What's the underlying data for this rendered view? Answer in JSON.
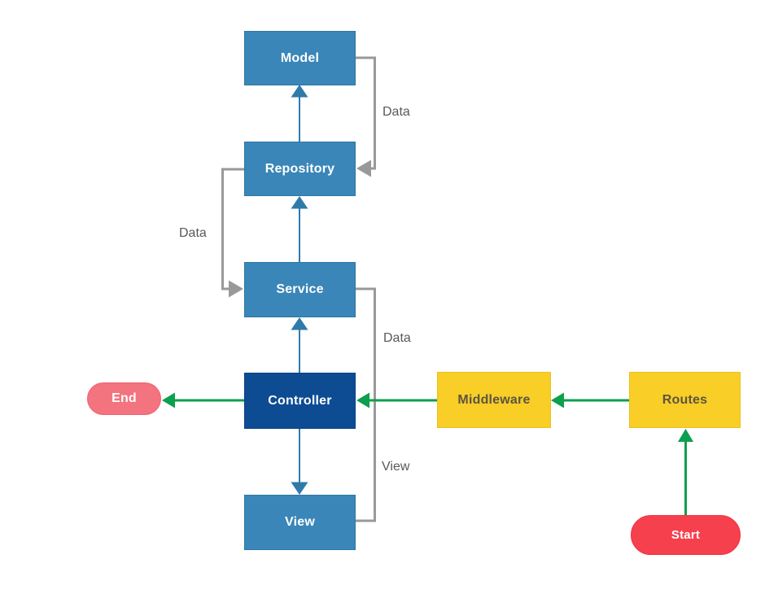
{
  "diagram": {
    "background": "#ffffff",
    "nodes": {
      "model": {
        "label": "Model",
        "type": "process",
        "fill": "#3A86B8",
        "text_color": "#ffffff"
      },
      "repository": {
        "label": "Repository",
        "type": "process",
        "fill": "#3A86B8",
        "text_color": "#ffffff"
      },
      "service": {
        "label": "Service",
        "type": "process",
        "fill": "#3A86B8",
        "text_color": "#ffffff"
      },
      "controller": {
        "label": "Controller",
        "type": "process",
        "fill": "#0D4C92",
        "text_color": "#ffffff"
      },
      "view": {
        "label": "View",
        "type": "process",
        "fill": "#3A86B8",
        "text_color": "#ffffff"
      },
      "middleware": {
        "label": "Middleware",
        "type": "process",
        "fill": "#F8CE27",
        "text_color": "#5C5443"
      },
      "routes": {
        "label": "Routes",
        "type": "process",
        "fill": "#F8CE27",
        "text_color": "#5C5443"
      },
      "start": {
        "label": "Start",
        "type": "terminator",
        "fill": "#F6404E",
        "text_color": "#ffffff"
      },
      "end": {
        "label": "End",
        "type": "terminator",
        "fill": "#F3737F",
        "text_color": "#ffffff"
      }
    },
    "edges": [
      {
        "from": "start",
        "to": "routes",
        "color": "#0C9F4D"
      },
      {
        "from": "routes",
        "to": "middleware",
        "color": "#0C9F4D"
      },
      {
        "from": "middleware",
        "to": "controller",
        "color": "#0C9F4D"
      },
      {
        "from": "controller",
        "to": "end",
        "color": "#0C9F4D"
      },
      {
        "from": "controller",
        "to": "service",
        "color": "#2E7BAA"
      },
      {
        "from": "service",
        "to": "repository",
        "color": "#2E7BAA"
      },
      {
        "from": "repository",
        "to": "model",
        "color": "#2E7BAA"
      },
      {
        "from": "controller",
        "to": "view",
        "color": "#2E7BAA"
      },
      {
        "from": "model",
        "to": "repository",
        "color": "#999999",
        "label": "Data"
      },
      {
        "from": "repository",
        "to": "service",
        "color": "#999999",
        "label": "Data"
      },
      {
        "from": "service",
        "to": "view",
        "color": "#999999",
        "labels": [
          "Data",
          "View"
        ]
      }
    ],
    "colors": {
      "process_blue": "#3A86B8",
      "process_dark_blue": "#0D4C92",
      "process_yellow": "#F8CE27",
      "terminator_red": "#F6404E",
      "terminator_pink": "#F3737F",
      "flow_green": "#0C9F4D",
      "arrow_blue": "#2E7BAA",
      "connector_gray": "#999999",
      "edge_label_text": "#595959"
    }
  }
}
